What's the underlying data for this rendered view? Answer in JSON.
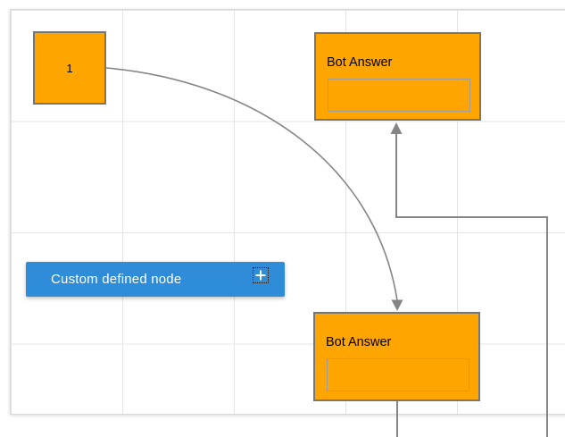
{
  "diagram": {
    "nodes": {
      "square": {
        "label": "1"
      },
      "bot_top": {
        "title": "Bot Answer"
      },
      "bot_bottom": {
        "title": "Bot Answer"
      },
      "custom": {
        "label": "Custom defined node",
        "icon": "plus-icon"
      }
    }
  },
  "colors": {
    "node_fill": "#FFA500",
    "node_border": "#757575",
    "inner_border": "#9E9E9E",
    "button_blue": "#2E8CD9",
    "button_text": "#FFFFFF",
    "connector": "#858585",
    "grid_line": "#E4E4E4",
    "page_border": "#D8D8D8",
    "label_text": "#000000"
  }
}
